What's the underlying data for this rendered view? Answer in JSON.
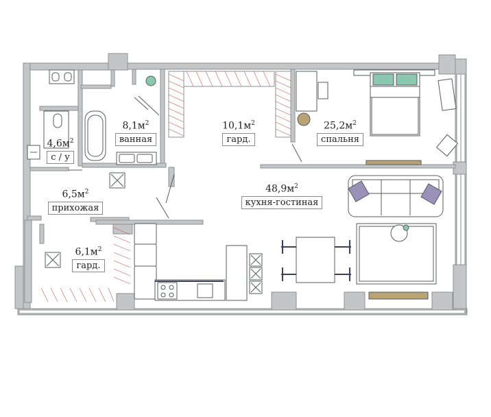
{
  "rooms": [
    {
      "id": "bathroom",
      "area": "8,1м",
      "name": "ванная"
    },
    {
      "id": "wardrobe-top",
      "area": "10,1м",
      "name": "гард."
    },
    {
      "id": "bedroom",
      "area": "25,2м",
      "name": "спальня"
    },
    {
      "id": "toilet",
      "area": "4,6м",
      "name": "с / у"
    },
    {
      "id": "hallway",
      "area": "6,5м",
      "name": "прихожая"
    },
    {
      "id": "kitchen-living",
      "area": "48,9м",
      "name": "кухня-гостиная"
    },
    {
      "id": "wardrobe-bottom",
      "area": "6,1м",
      "name": "гард."
    }
  ],
  "area_unit_sup": "2",
  "colors": {
    "wall": "#bfc0c2",
    "wall_stroke": "#8e8f92",
    "floor": "#ffffff",
    "pillow_green": "#8cc7b0",
    "pillow_purple": "#9b91b8",
    "wood": "#b9a274",
    "chair": "#3d3f5c",
    "line": "#555a5e"
  }
}
